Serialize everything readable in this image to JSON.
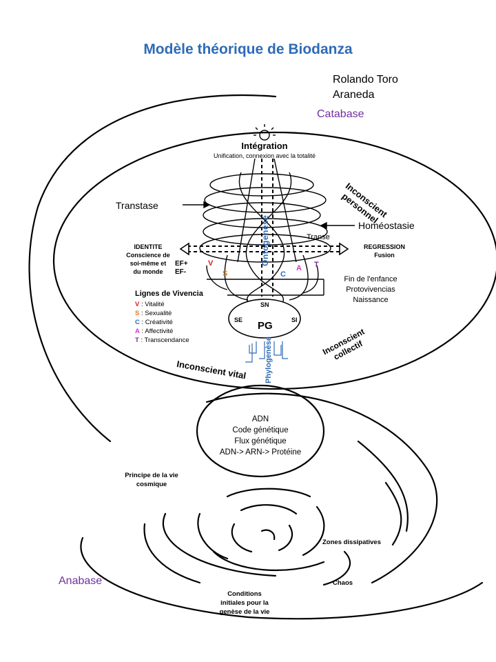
{
  "title": "Modèle théorique de Biodanza",
  "author": [
    "Rolando Toro",
    "Araneda"
  ],
  "labels": {
    "catabase": "Catabase",
    "anabase": "Anabase",
    "integration": "Intégration",
    "integration_sub": "Unification, connexion avec la totalité",
    "transtase": "Transtase",
    "homeostasie": "Homéostasie",
    "transe": "Transe",
    "inconscient_personnel": [
      "Inconscient",
      "personnel"
    ],
    "inconscient_collectif": [
      "Inconscient",
      "collectif"
    ],
    "inconscient_vital": "Inconscient vital",
    "identite": [
      "IDENTITE",
      "Conscience de",
      "soi-même et",
      "du monde"
    ],
    "ef": [
      "EF+",
      "EF-"
    ],
    "regression": [
      "REGRESSION",
      "Fusion"
    ],
    "fin_enfance": [
      "Fin de l'enfance",
      "Protovivencias",
      "Naissance"
    ],
    "ontogenese": "Ontogenèse",
    "phylogenese": "Phylogenèse",
    "sn": "SN",
    "se": "SE",
    "si": "SI",
    "pg": "PG",
    "adn": [
      "ADN",
      "Code génétique",
      "Flux génétique",
      "ADN-> ARN-> Protéine"
    ],
    "principe": [
      "Principe de la vie",
      "cosmique"
    ],
    "zones": "Zones dissipatives",
    "chaos": "Chaos",
    "conditions": [
      "Conditions",
      "initiales pour la",
      "genèse de la vie"
    ]
  },
  "lignes": {
    "heading": "Lignes de Vivencia",
    "items": [
      {
        "letter": "V",
        "text": " : Vitalité",
        "color": "#d42020"
      },
      {
        "letter": "S",
        "text": " : Sexualité",
        "color": "#e07a1f"
      },
      {
        "letter": "C",
        "text": " : Créativité",
        "color": "#2e6bb7"
      },
      {
        "letter": "A",
        "text": " : Affectivité",
        "color": "#d633c9"
      },
      {
        "letter": "T",
        "text": " : Transcendance",
        "color": "#7030a0"
      }
    ]
  },
  "spiral_letters": [
    {
      "letter": "V",
      "color": "#d42020"
    },
    {
      "letter": "S",
      "color": "#e07a1f"
    },
    {
      "letter": "C",
      "color": "#2e6bb7"
    },
    {
      "letter": "A",
      "color": "#d633c9"
    },
    {
      "letter": "T",
      "color": "#7030a0"
    }
  ]
}
